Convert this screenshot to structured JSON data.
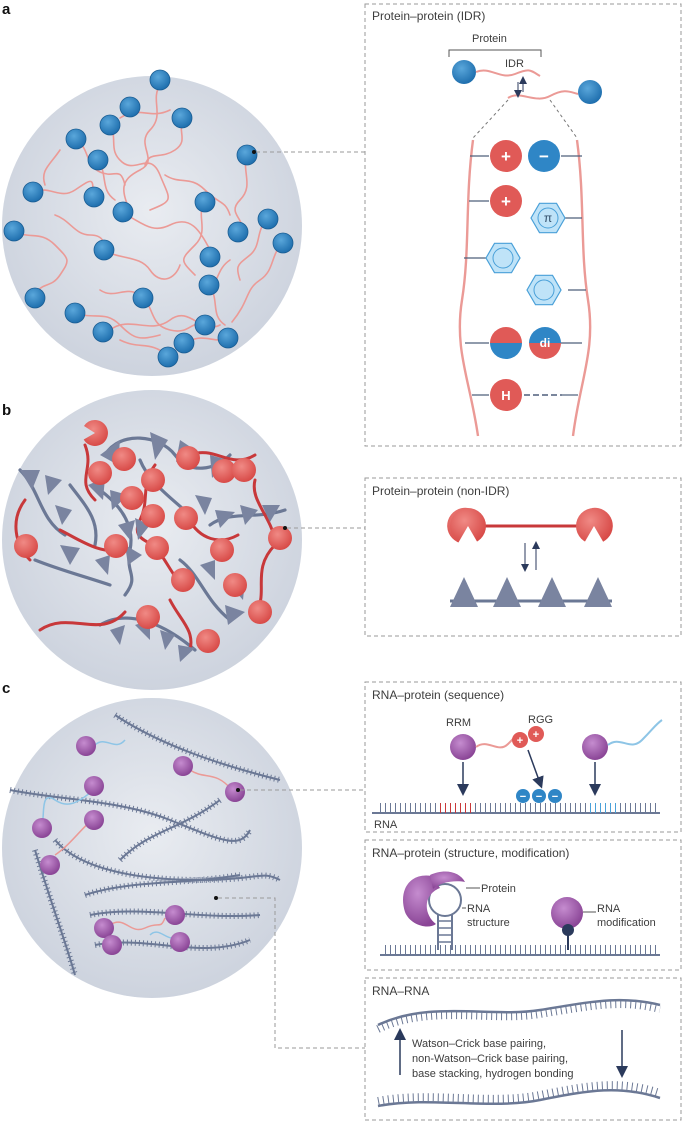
{
  "panels": {
    "a": {
      "letter": "a",
      "box_title": "Protein–protein (IDR)",
      "protein_label": "Protein",
      "idr_label": "IDR",
      "pi_label": "π",
      "dipole_label": "di",
      "hbond_label": "H",
      "plus": "+",
      "minus": "−"
    },
    "b": {
      "letter": "b",
      "box_title": "Protein–protein (non-IDR)"
    },
    "c": {
      "letter": "c",
      "box1_title": "RNA–protein (sequence)",
      "rrm_label": "RRM",
      "rgg_label": "RGG",
      "rna_label": "RNA",
      "plus": "+",
      "minus": "−",
      "box2_title": "RNA–protein (structure, modification)",
      "protein_label": "Protein",
      "rna_structure_label_1": "RNA",
      "rna_structure_label_2": "structure",
      "rna_modification_label_1": "RNA",
      "rna_modification_label_2": "modification",
      "box3_title": "RNA–RNA",
      "rna_rna_lines": [
        "Watson–Crick base pairing,",
        "non-Watson–Crick base pairing,",
        "base stacking, hydrogen bonding"
      ]
    }
  },
  "colors": {
    "protein_blue": "#2f86c6",
    "idr_pink": "#eb9a96",
    "red_protein": "#e05a57",
    "chain_red": "#c8383a",
    "triangle_grey": "#7a84a0",
    "purple": "#9a54a6",
    "rna_grey": "#6b7895",
    "droplet": "#d8dde6",
    "arrow_navy": "#2b3a5c",
    "dashed_line": "#9a9a9a"
  }
}
